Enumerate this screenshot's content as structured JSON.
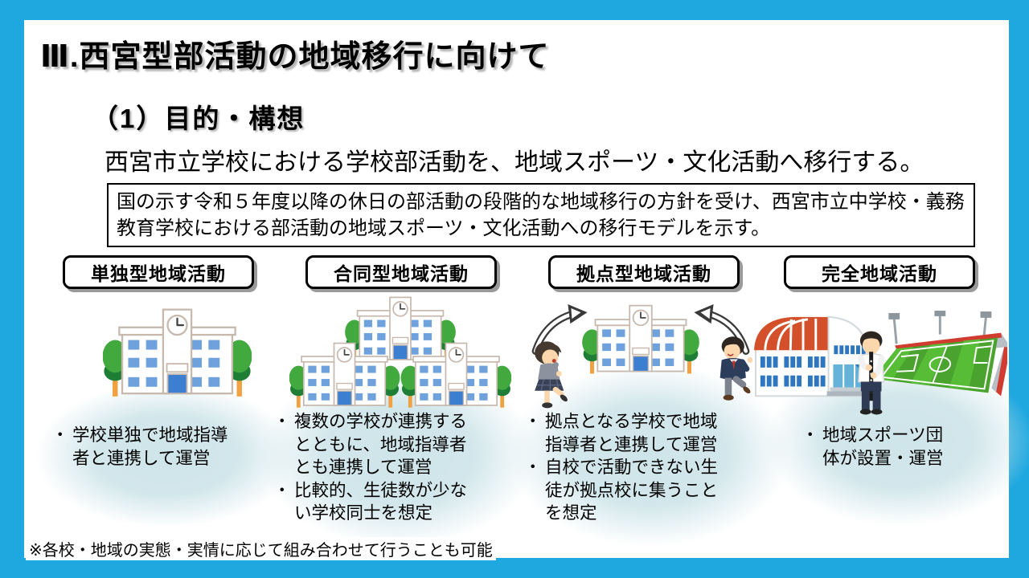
{
  "slide": {
    "title": "Ⅲ.西宮型部活動の地域移行に向けて",
    "section_heading": "（1）目的・構想",
    "lead": "西宮市立学校における学校部活動を、地域スポーツ・文化活動へ移行する。",
    "description": "国の示す令和５年度以降の休日の部活動の段階的な地域移行の方針を受け、西宮市立中学校・義務教育学校における部活動の地域スポーツ・文化活動への移行モデルを示す。",
    "footnote": "※各校・地域の実態・実情に応じて組み合わせて行うことも可能",
    "colors": {
      "frame_blue": "#1fa8e0",
      "window_blue": "#6fa1dc",
      "door_blue": "#3c7fd0",
      "tree_green": "#41a93e",
      "field_green": "#4aa32e",
      "roof_orange": "#d4502a"
    }
  },
  "columns": [
    {
      "header": "単独型地域活動",
      "illustration": "single-school-building",
      "bullets": [
        "学校単独で地域指導者と連携して運営"
      ]
    },
    {
      "header": "合同型地域活動",
      "illustration": "three-school-buildings",
      "bullets": [
        "複数の学校が連携するとともに、地域指導者とも連携して運営",
        "比較的、生徒数が少ない学校同士を想定"
      ]
    },
    {
      "header": "拠点型地域活動",
      "illustration": "hub-school-with-students",
      "bullets": [
        "拠点となる学校で地域指導者と連携して運営",
        "自校で活動できない生徒が拠点校に集うことを想定"
      ]
    },
    {
      "header": "完全地域活動",
      "illustration": "community-facility-and-stadium",
      "bullets": [
        "地域スポーツ団体が設置・運営"
      ]
    }
  ]
}
